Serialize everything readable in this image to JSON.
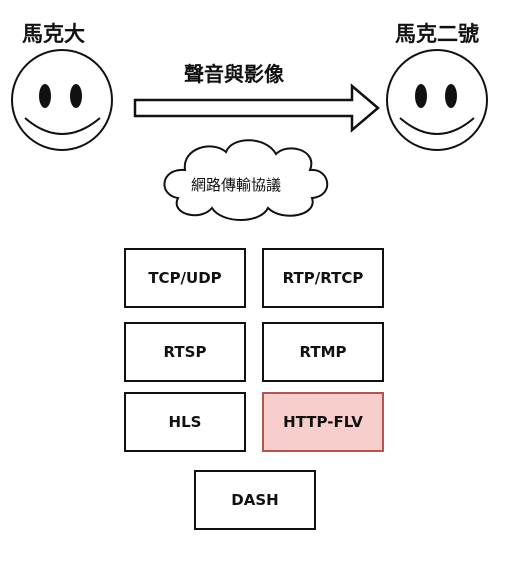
{
  "people": {
    "sender": "馬克大",
    "receiver": "馬克二號"
  },
  "media_label": "聲音與影像",
  "network_label": "網路傳輸協議",
  "protocols": [
    "TCP/UDP",
    "RTP/RTCP",
    "RTSP",
    "RTMP",
    "HLS",
    "HTTP-FLV",
    "DASH"
  ],
  "highlighted": "HTTP-FLV",
  "colors": {
    "highlight_fill": "#f8cecc",
    "highlight_border": "#b85450",
    "stroke": "#111111"
  }
}
